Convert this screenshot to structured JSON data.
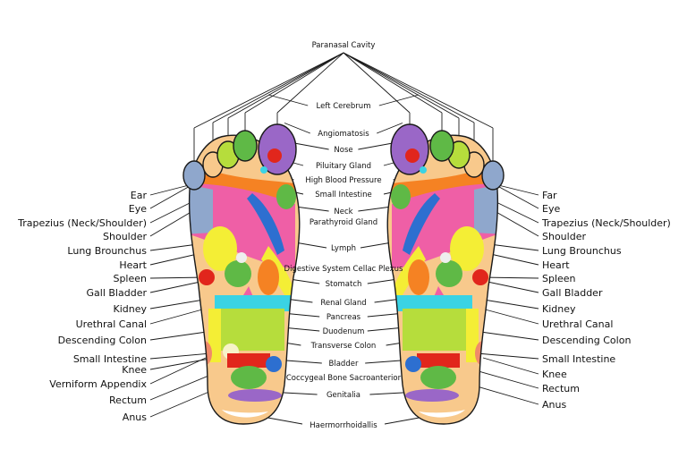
{
  "labels": {
    "top": "Paranasal Cavity",
    "bottom": "Haermorrhoidallis",
    "left": [
      "Ear",
      "Eye",
      "Trapezius (Neck/Shoulder)",
      "Shoulder",
      "Lung Brounchus",
      "Heart",
      "Spleen",
      "Gall Bladder",
      "Kidney",
      "Urethral Canal",
      "Descending Colon",
      "Small Intestine",
      "Knee",
      "Verniform Appendix",
      "Rectum",
      "Anus"
    ],
    "right": [
      "Far",
      "Eye",
      "Trapezius (Neck/Shoulder)",
      "Shoulder",
      "Lung Brounchus",
      "Heart",
      "Spleen",
      "Gall Bladder",
      "Kidney",
      "Urethral Canal",
      "Descending Colon",
      "Small Intestine",
      "Knee",
      "Rectum",
      "Anus"
    ],
    "center": [
      "Left Cerebrum",
      "Angiomatosis",
      "Nose",
      "Piluitary Gland",
      "High Blood Pressure",
      "Small Intestine",
      "Neck",
      "Parathyroid Gland",
      "Lymph",
      "Digestive System Cellac Plexus",
      "Stomatch",
      "Renal Gland",
      "Pancreas",
      "Duodenum",
      "Transverse Colon",
      "Bladder",
      "Coccygeal Bone Sacroanterior",
      "Genitalia"
    ]
  },
  "colors": {
    "skin": "#f8c98c",
    "outline": "#1a1a1a",
    "purple": "#9a67c7",
    "red": "#e1261c",
    "green": "#5fb946",
    "lime": "#b6dd3c",
    "yellow": "#f4ee35",
    "pink": "#ef5fa6",
    "orange": "#f58223",
    "blue_gray": "#8fa7cc",
    "cyan": "#3ad3e4",
    "blue": "#2d6fd0",
    "gray": "#c7c7c7"
  }
}
